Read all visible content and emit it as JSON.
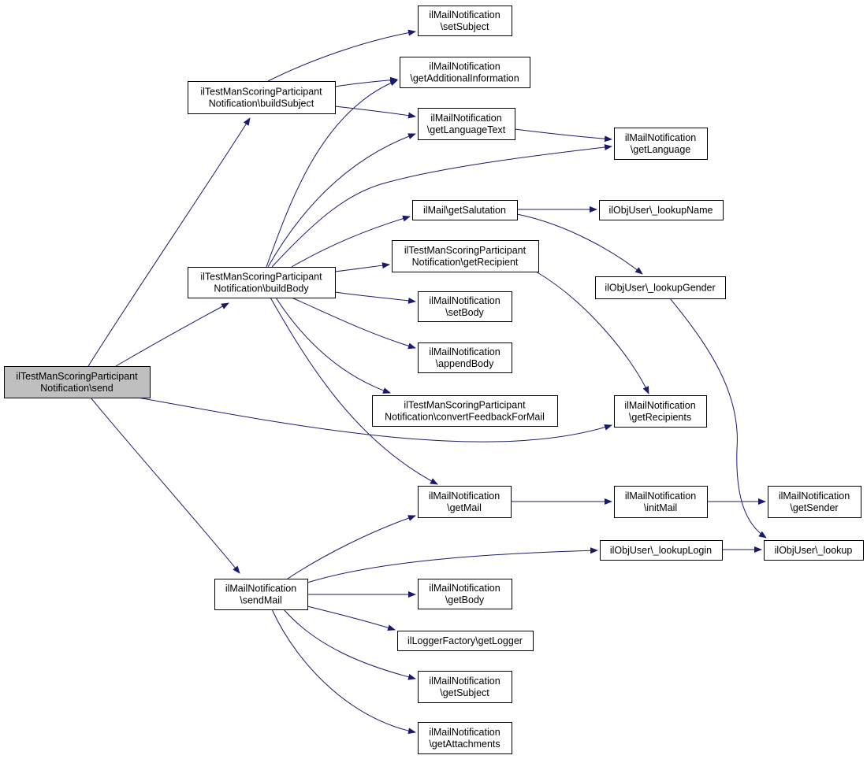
{
  "colors": {
    "edge": "#191970",
    "root_fill": "#bfbfbf",
    "node_fill": "#ffffff",
    "border": "#000000"
  },
  "nodes": {
    "send": {
      "lines": [
        "ilTestManScoringParticipant",
        "Notification\\send"
      ]
    },
    "buildSubject": {
      "lines": [
        "ilTestManScoringParticipant",
        "Notification\\buildSubject"
      ]
    },
    "buildBody": {
      "lines": [
        "ilTestManScoringParticipant",
        "Notification\\buildBody"
      ]
    },
    "sendMail": {
      "lines": [
        "ilMailNotification",
        "\\sendMail"
      ]
    },
    "setSubject": {
      "lines": [
        "ilMailNotification",
        "\\setSubject"
      ]
    },
    "getAdditionalInformation": {
      "lines": [
        "ilMailNotification",
        "\\getAdditionalInformation"
      ]
    },
    "getLanguageText": {
      "lines": [
        "ilMailNotification",
        "\\getLanguageText"
      ]
    },
    "getLanguage": {
      "lines": [
        "ilMailNotification",
        "\\getLanguage"
      ]
    },
    "getSalutation": {
      "lines": [
        "ilMail\\getSalutation"
      ]
    },
    "lookupName": {
      "lines": [
        "ilObjUser\\_lookupName"
      ]
    },
    "getRecipient": {
      "lines": [
        "ilTestManScoringParticipant",
        "Notification\\getRecipient"
      ]
    },
    "lookupGender": {
      "lines": [
        "ilObjUser\\_lookupGender"
      ]
    },
    "setBody": {
      "lines": [
        "ilMailNotification",
        "\\setBody"
      ]
    },
    "appendBody": {
      "lines": [
        "ilMailNotification",
        "\\appendBody"
      ]
    },
    "convertFeedbackForMail": {
      "lines": [
        "ilTestManScoringParticipant",
        "Notification\\convertFeedbackForMail"
      ]
    },
    "getRecipients": {
      "lines": [
        "ilMailNotification",
        "\\getRecipients"
      ]
    },
    "getMail": {
      "lines": [
        "ilMailNotification",
        "\\getMail"
      ]
    },
    "initMail": {
      "lines": [
        "ilMailNotification",
        "\\initMail"
      ]
    },
    "getSender": {
      "lines": [
        "ilMailNotification",
        "\\getSender"
      ]
    },
    "lookupLogin": {
      "lines": [
        "ilObjUser\\_lookupLogin"
      ]
    },
    "lookup": {
      "lines": [
        "ilObjUser\\_lookup"
      ]
    },
    "getBody": {
      "lines": [
        "ilMailNotification",
        "\\getBody"
      ]
    },
    "getLogger": {
      "lines": [
        "ilLoggerFactory\\getLogger"
      ]
    },
    "getSubject": {
      "lines": [
        "ilMailNotification",
        "\\getSubject"
      ]
    },
    "getAttachments": {
      "lines": [
        "ilMailNotification",
        "\\getAttachments"
      ]
    }
  }
}
